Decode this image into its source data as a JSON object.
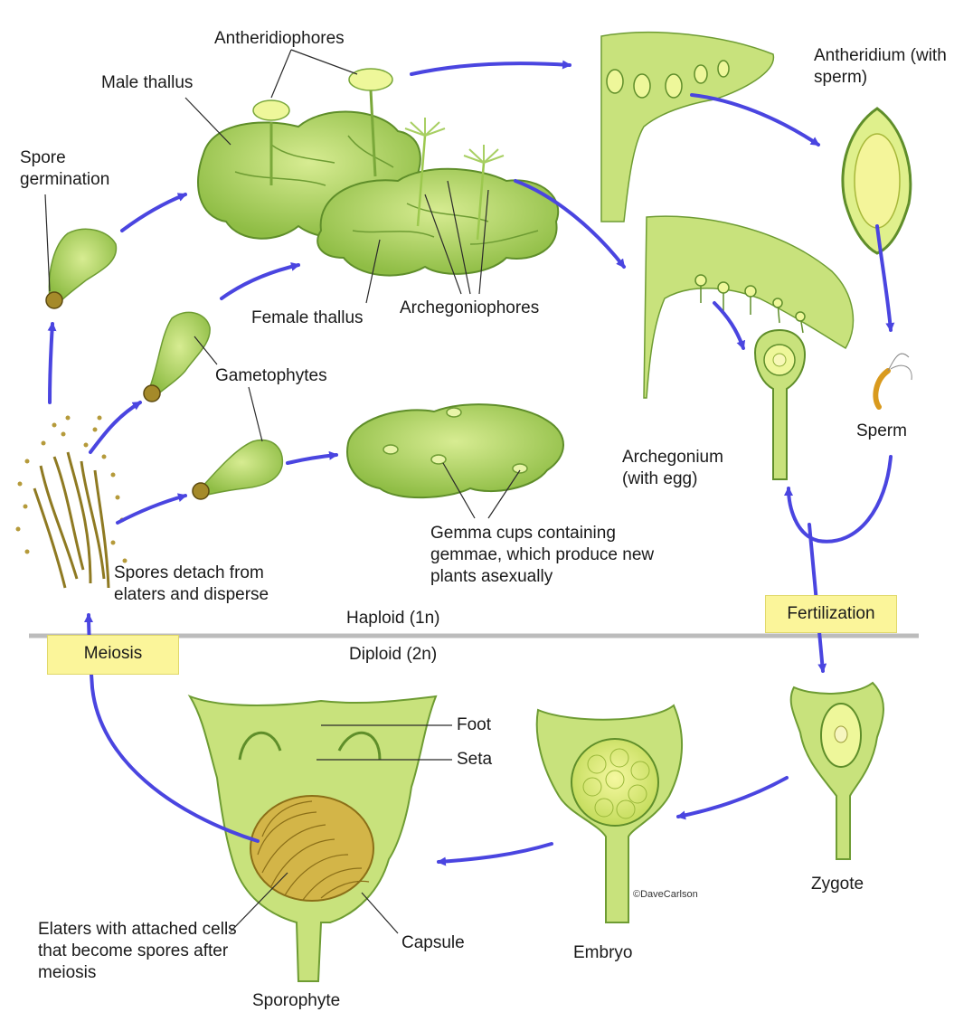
{
  "labels": {
    "antheridiophores": "Antheridiophores",
    "male_thallus": "Male thallus",
    "spore_germination": "Spore germination",
    "antheridium": "Antheridium (with sperm)",
    "female_thallus": "Female thallus",
    "archegoniophores": "Archegoniophores",
    "gametophytes": "Gametophytes",
    "sperm": "Sperm",
    "archegonium": "Archegonium (with egg)",
    "gemma_cups": "Gemma cups containing gemmae, which produce new plants asexually",
    "spores_detach": "Spores detach from elaters and disperse",
    "haploid": "Haploid (1n)",
    "diploid": "Diploid (2n)",
    "foot": "Foot",
    "seta": "Seta",
    "zygote": "Zygote",
    "embryo": "Embryo",
    "capsule": "Capsule",
    "elaters": "Elaters with attached cells that become spores after meiosis",
    "sporophyte": "Sporophyte",
    "credit": "©DaveCarlson"
  },
  "stages": {
    "meiosis": "Meiosis",
    "fertilization": "Fertilization"
  },
  "colors": {
    "arrow": "#4a45e0",
    "plant_light": "#c6e27a",
    "plant_mid": "#9cc84e",
    "plant_dark": "#5f8e2a",
    "yellow_box": "#fbf59a",
    "divider": "#bcbcbc",
    "capsule": "#c9a93c"
  }
}
